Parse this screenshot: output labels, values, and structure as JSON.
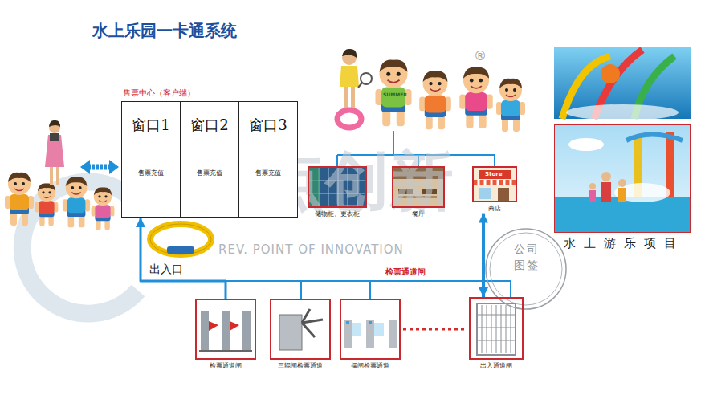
{
  "diagram": {
    "title": "水上乐园一卡通系统",
    "nodes": [
      {
        "text": [
          "售票中心（客户端）"
        ]
      },
      {
        "text": [
          "窗口1",
          "售票充值"
        ],
        "in": 0
      },
      {
        "text": [
          "窗口2",
          "售票充值"
        ],
        "in": 0
      },
      {
        "text": [
          "窗口3",
          "售票充值"
        ],
        "in": 0
      },
      {
        "text": [
          "储物柜、更衣柜"
        ]
      },
      {
        "text": [
          "餐厅"
        ]
      },
      {
        "text": [
          "商店"
        ]
      },
      {
        "text": [
          "水上游乐项目"
        ]
      },
      {
        "text": [
          "检票通道闸"
        ]
      },
      {
        "text": [
          "三辊闸检票通道"
        ]
      },
      {
        "text": [
          "摆闸检票通道"
        ]
      },
      {
        "text": [
          "出入通道闸"
        ]
      }
    ],
    "edges": [
      {
        "from": 8,
        "to": 0,
        "arrow": "to"
      },
      {
        "from": 6,
        "to": 11,
        "arrow": "both"
      }
    ],
    "labels": [
      "出入口",
      "检票通道闸",
      "Store",
      "SUMMER",
      "启点创新",
      "REV. POINT OF INNOVATION",
      "®",
      "公司",
      "图签"
    ]
  }
}
